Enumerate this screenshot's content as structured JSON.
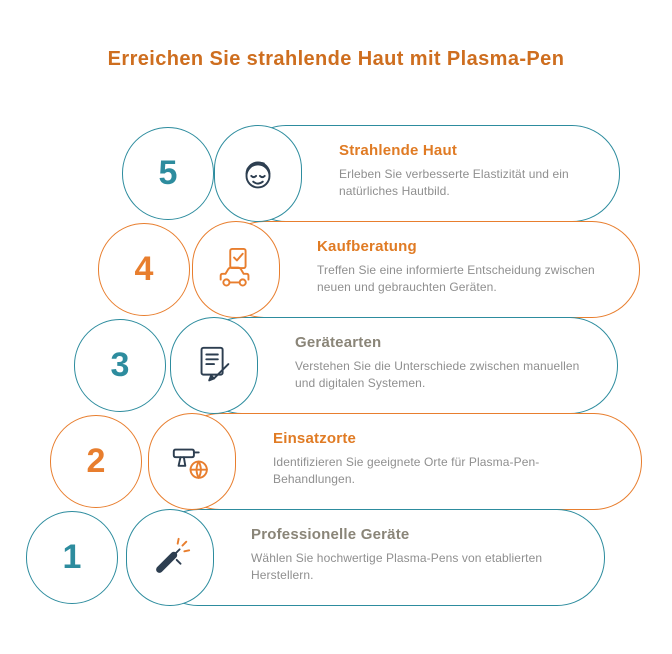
{
  "title": "Erreichen Sie strahlende Haut mit Plasma-Pen",
  "palette": {
    "teal": "#2d8c9e",
    "orange": "#e87e2e",
    "heading_orange": "#e07b24",
    "heading_gray": "#8a8578",
    "body_text": "#8f8f8f",
    "title_color": "#ce6e1f",
    "icon_navy": "#2d3e50"
  },
  "steps": [
    {
      "number": "5",
      "heading": "Strahlende Haut",
      "description": "Erleben Sie verbesserte Elastizität und ein natürliches Hautbild.",
      "accent": "#2d8c9e",
      "heading_color": "#e07b24",
      "icon": "face-icon"
    },
    {
      "number": "4",
      "heading": "Kaufberatung",
      "description": "Treffen Sie eine informierte Entscheidung zwischen neuen und gebrauchten Geräten.",
      "accent": "#e87e2e",
      "heading_color": "#e07b24",
      "icon": "car-checklist-icon"
    },
    {
      "number": "3",
      "heading": "Gerätearten",
      "description": "Verstehen Sie die Unterschiede zwischen manuellen und digitalen Systemen.",
      "accent": "#2d8c9e",
      "heading_color": "#8a8578",
      "icon": "document-pen-icon"
    },
    {
      "number": "2",
      "heading": "Einsatzorte",
      "description": "Identifizieren Sie geeignete Orte für Plasma-Pen-Behandlungen.",
      "accent": "#e87e2e",
      "heading_color": "#e07b24",
      "icon": "plasma-device-icon"
    },
    {
      "number": "1",
      "heading": "Professionelle Geräte",
      "description": "Wählen Sie hochwertige Plasma-Pens von etablierten Herstellern.",
      "accent": "#2d8c9e",
      "heading_color": "#8a8578",
      "icon": "airbrush-icon"
    }
  ]
}
